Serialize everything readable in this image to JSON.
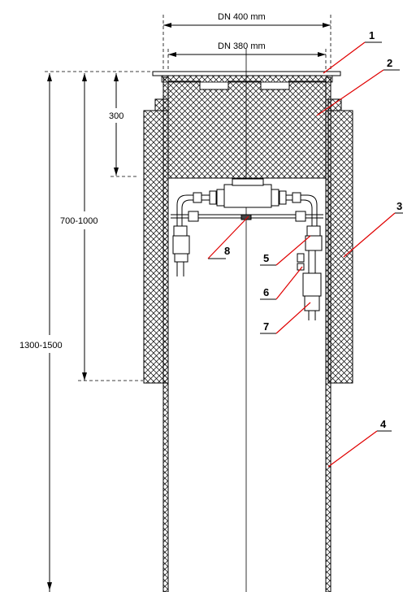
{
  "diagram": {
    "dimensions": {
      "dn_outer": "DN 400 mm",
      "dn_inner": "DN 380 mm",
      "depth_300": "300",
      "depth_700_1000": "700-1000",
      "depth_1300_1500": "1300-1500"
    },
    "callouts": {
      "c1": "1",
      "c2": "2",
      "c3": "3",
      "c4": "4",
      "c5": "5",
      "c6": "6",
      "c7": "7",
      "c8": "8"
    },
    "colors": {
      "outline": "#000000",
      "leader": "#e00000",
      "hatch": "#000000",
      "background": "#ffffff"
    }
  }
}
